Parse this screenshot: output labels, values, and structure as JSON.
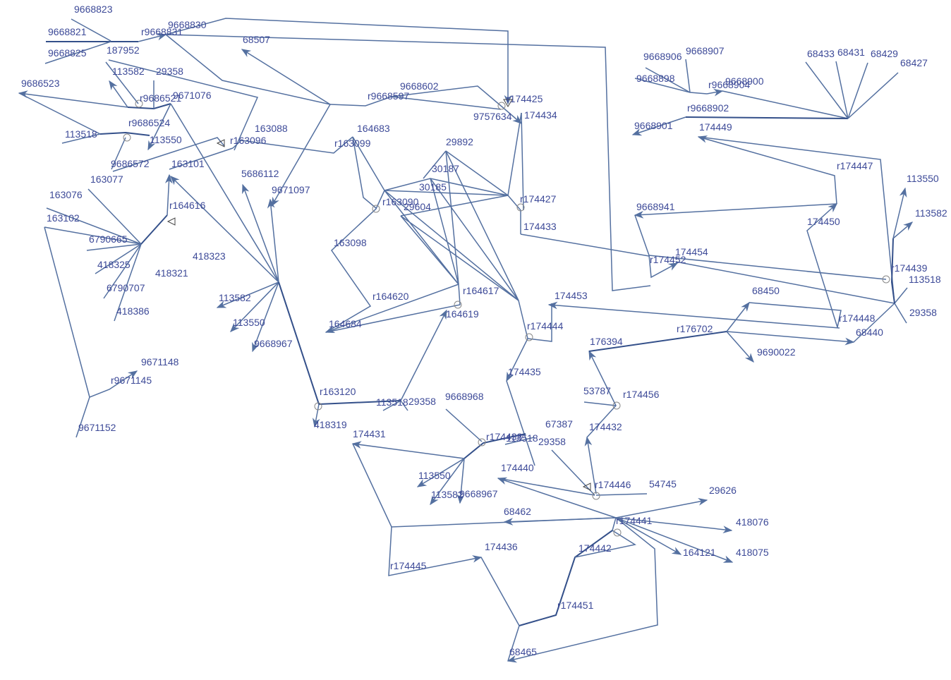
{
  "diagram": {
    "type": "metabolic-network-graph",
    "labels": {
      "n9668823": "9668823",
      "n9668821": "9668821",
      "n9668825": "9668825",
      "n187952": "187952",
      "r9668831": "r9668831",
      "n9668830": "9668830",
      "n68507": "68507",
      "n113582a": "113582",
      "n29358a": "29358",
      "n9686523": "9686523",
      "r9686521": "r9686521",
      "n9671076": "9671076",
      "r9686524": "r9686524",
      "n113518a": "113518",
      "n113550a": "113550",
      "n9686572": "9686572",
      "n163077": "163077",
      "n163101": "163101",
      "n163088": "163088",
      "r163096": "r163096",
      "n5686112": "5686112",
      "n9671097": "9671097",
      "n163076": "163076",
      "n163102": "163102",
      "n6790665": "6790665",
      "r164616": "r164616",
      "n418323": "418323",
      "n418325": "418325",
      "n418321": "418321",
      "n6790707": "6790707",
      "n418386": "418386",
      "n113582b": "113582",
      "n113550b": "113550",
      "n9668967a": "9668967",
      "n9671148": "9671148",
      "r9671145": "r9671145",
      "n9671152": "9671152",
      "n9668602": "9668602",
      "r9668597": "r9668597",
      "r174425": "r174425",
      "n9757634": "9757634",
      "n174434": "174434",
      "n164683": "164683",
      "r163099": "r163099",
      "n29892": "29892",
      "n30187": "30187",
      "n30185": "30185",
      "r163090": "r163090",
      "n29604": "29604",
      "r174427": "r174427",
      "n174433": "174433",
      "n163098": "163098",
      "r164620": "r164620",
      "r164617": "r164617",
      "n164619": "164619",
      "n164684": "164684",
      "n174453": "174453",
      "r174444": "r174444",
      "r163120": "r163120",
      "n113518b": "113518",
      "n29358b": "29358",
      "n9668968": "9668968",
      "n418319": "418319",
      "n174431": "174431",
      "n174435": "174435",
      "r174438": "r174438",
      "n113518c": "113518",
      "n29358c": "29358",
      "n67387": "67387",
      "n113550c": "113550",
      "n113582c": "113582",
      "n9668967b": "9668967",
      "n174440": "174440",
      "n176394": "176394",
      "n53787": "53787",
      "r174456": "r174456",
      "n174432": "174432",
      "r174446": "r174446",
      "n54745": "54745",
      "n29626": "29626",
      "n68462": "68462",
      "r174441": "r174441",
      "n418076": "418076",
      "n174436": "174436",
      "n174442": "174442",
      "n164121": "164121",
      "n418075": "418075",
      "r174445": "r174445",
      "r174451": "r174451",
      "n68465": "68465",
      "n9668906": "9668906",
      "n9668907": "9668907",
      "n9668898": "9668898",
      "r9668904": "r9668904",
      "n9668900": "9668900",
      "r9668902": "r9668902",
      "n9668901": "9668901",
      "n68433": "68433",
      "n68431": "68431",
      "n68429": "68429",
      "n68427": "68427",
      "n174449": "174449",
      "r174447": "r174447",
      "n113550d": "113550",
      "n113582d": "113582",
      "n9668941": "9668941",
      "n174450": "174450",
      "n174454": "174454",
      "r174452": "r174452",
      "r174439": "r174439",
      "n113518d": "113518",
      "n29358d": "29358",
      "n68450": "68450",
      "r174448": "r174448",
      "r176702": "r176702",
      "n68440": "68440",
      "n9690022": "9690022"
    },
    "colors": {
      "edge": "#5470a0",
      "label": "#3d4a98",
      "background": "#ffffff"
    }
  }
}
